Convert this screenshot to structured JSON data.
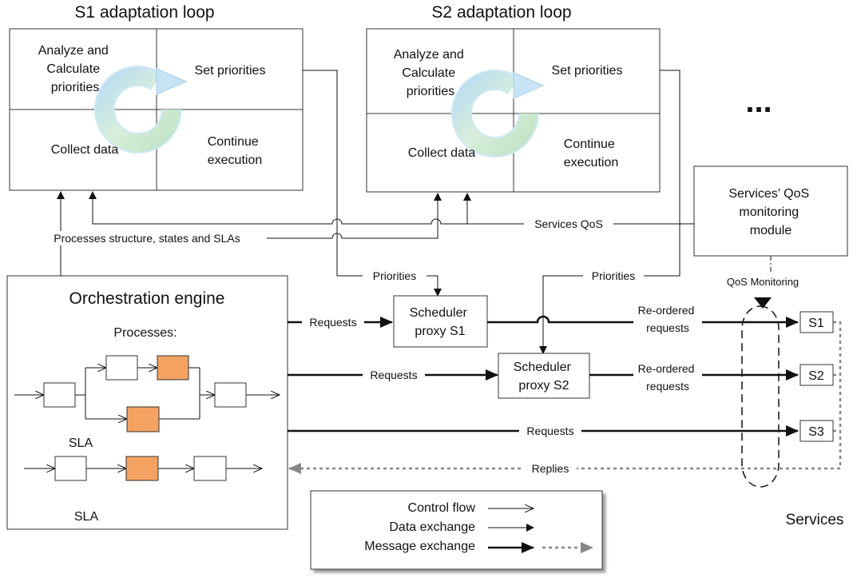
{
  "loops": [
    {
      "title": "S1 adaptation loop",
      "analyze": [
        "Analyze and",
        "Calculate",
        "priorities"
      ],
      "set": "Set priorities",
      "collect": "Collect data",
      "continue": [
        "Continue",
        "execution"
      ]
    },
    {
      "title": "S2 adaptation loop",
      "analyze": [
        "Analyze and",
        "Calculate",
        "priorities"
      ],
      "set": "Set priorities",
      "collect": "Collect data",
      "continue": [
        "Continue",
        "execution"
      ]
    }
  ],
  "ellipsis": "...",
  "qos_module": [
    "Services’ QoS",
    "monitoring",
    "module"
  ],
  "labels": {
    "services_qos": "Services QoS",
    "processes_structure": "Processes structure, states and SLAs",
    "priorities_1": "Priorities",
    "priorities_2": "Priorities",
    "qos_monitoring": "QoS Monitoring",
    "requests_1": "Requests",
    "requests_2": "Requests",
    "requests_3": "Requests",
    "reordered_1": [
      "Re-ordered",
      "requests"
    ],
    "reordered_2": [
      "Re-ordered",
      "requests"
    ],
    "replies": "Replies"
  },
  "engine": {
    "title": "Orchestration engine",
    "processes": "Processes:",
    "sla_1": "SLA",
    "sla_2": "SLA"
  },
  "schedulers": [
    [
      "Scheduler",
      "proxy S1"
    ],
    [
      "Scheduler",
      "proxy S2"
    ]
  ],
  "services": [
    "S1",
    "S2",
    "S3"
  ],
  "services_label": "Services",
  "legend": {
    "control_flow": "Control flow",
    "data_exchange": "Data exchange",
    "message_exchange": "Message exchange"
  },
  "colors": {
    "activity_highlight": "#f4a261",
    "replies_line": "#888888"
  }
}
